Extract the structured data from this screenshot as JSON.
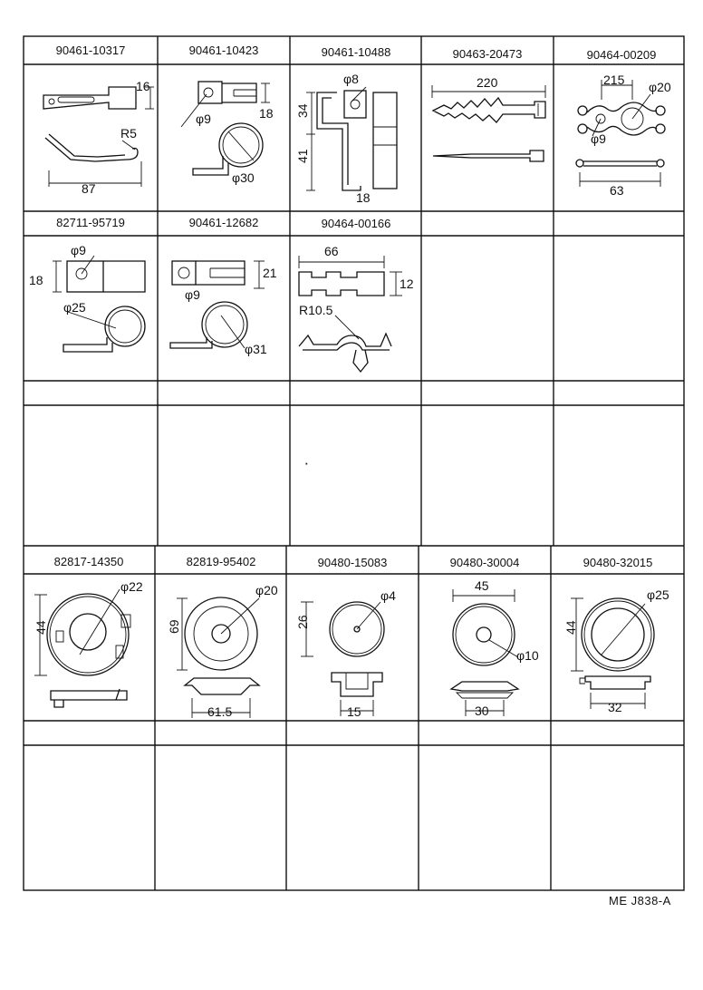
{
  "document": {
    "reference": "ME J838-A",
    "rows": [
      {
        "cells": [
          {
            "part_no": "90461-10317",
            "dims": [
              "16",
              "R5",
              "87"
            ]
          },
          {
            "part_no": "90461-10423",
            "dims": [
              "18",
              "φ9",
              "φ30"
            ]
          },
          {
            "part_no": "90461-10488",
            "dims": [
              "φ8",
              "34",
              "41",
              "18"
            ]
          },
          {
            "part_no": "90463-20473",
            "dims": [
              "220"
            ]
          },
          {
            "part_no": "90464-00209",
            "dims": [
              "215",
              "φ20",
              "φ9",
              "63"
            ]
          }
        ]
      },
      {
        "cells": [
          {
            "part_no": "82711-95719",
            "dims": [
              "φ9",
              "18",
              "φ25"
            ]
          },
          {
            "part_no": "90461-12682",
            "dims": [
              "21",
              "φ9",
              "φ31"
            ]
          },
          {
            "part_no": "90464-00166",
            "dims": [
              "66",
              "12",
              "R10.5"
            ]
          },
          {
            "part_no": "",
            "dims": []
          },
          {
            "part_no": "",
            "dims": []
          }
        ]
      },
      {
        "cells": [
          {
            "part_no": "82817-14350",
            "dims": [
              "φ22",
              "44"
            ]
          },
          {
            "part_no": "82819-95402",
            "dims": [
              "φ20",
              "69",
              "61.5"
            ]
          },
          {
            "part_no": "90480-15083",
            "dims": [
              "φ4",
              "26",
              "15"
            ]
          },
          {
            "part_no": "90480-30004",
            "dims": [
              "45",
              "φ10",
              "30"
            ]
          },
          {
            "part_no": "90480-32015",
            "dims": [
              "φ25",
              "44",
              "32"
            ]
          }
        ]
      }
    ]
  }
}
